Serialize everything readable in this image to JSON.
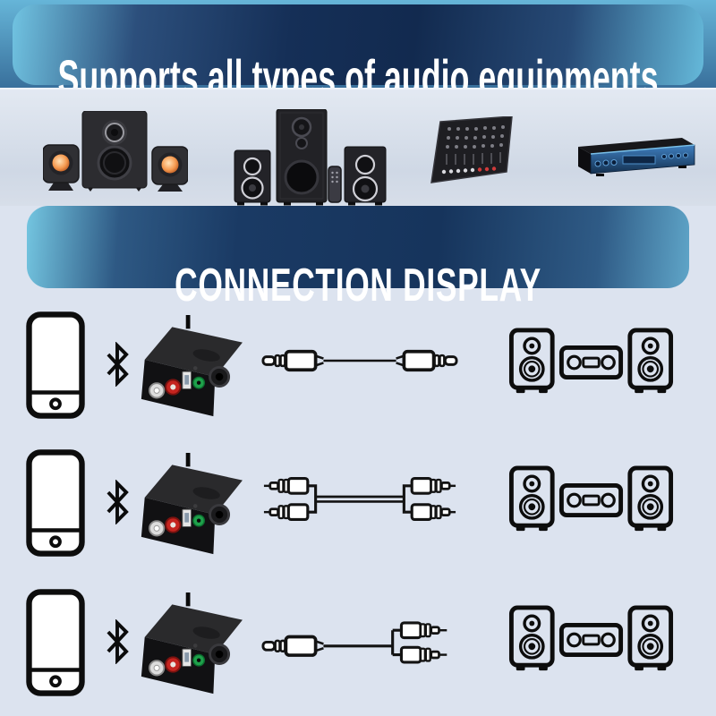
{
  "page": {
    "background": "#dce3ef"
  },
  "header": {
    "title": "Supports all types of audio equipments",
    "text_color": "#ffffff",
    "banner_dark": "#142f56",
    "banner_light": "#6fc3e2"
  },
  "equipment_row": {
    "items": [
      {
        "name": "pc-speakers-2.1-image"
      },
      {
        "name": "home-theater-2.1-image"
      },
      {
        "name": "audio-mixer-image"
      },
      {
        "name": "power-amplifier-image"
      }
    ]
  },
  "section_banner": {
    "title": "CONNECTION DISPLAY",
    "text_color": "#ffffff",
    "banner_dark": "#1a3a64",
    "banner_light": "#74c6e1"
  },
  "diagram": {
    "rows": [
      {
        "source": "smartphone",
        "wireless_link": "bluetooth",
        "receiver": "bluetooth-audio-adapter",
        "cable": "3.5mm-aux-to-3.5mm-aux-cable",
        "output": "stereo-speaker-system"
      },
      {
        "source": "smartphone",
        "wireless_link": "bluetooth",
        "receiver": "bluetooth-audio-adapter",
        "cable": "dual-rca-to-dual-rca-cable",
        "output": "stereo-speaker-system"
      },
      {
        "source": "smartphone",
        "wireless_link": "bluetooth",
        "receiver": "bluetooth-audio-adapter",
        "cable": "3.5mm-aux-to-dual-rca-cable",
        "output": "stereo-speaker-system"
      }
    ],
    "icon_colors": {
      "line_icons": "#101010",
      "rca_red": "#c5241f",
      "jack_green": "#1fa14b",
      "usb_white": "#e6e6e6"
    }
  }
}
